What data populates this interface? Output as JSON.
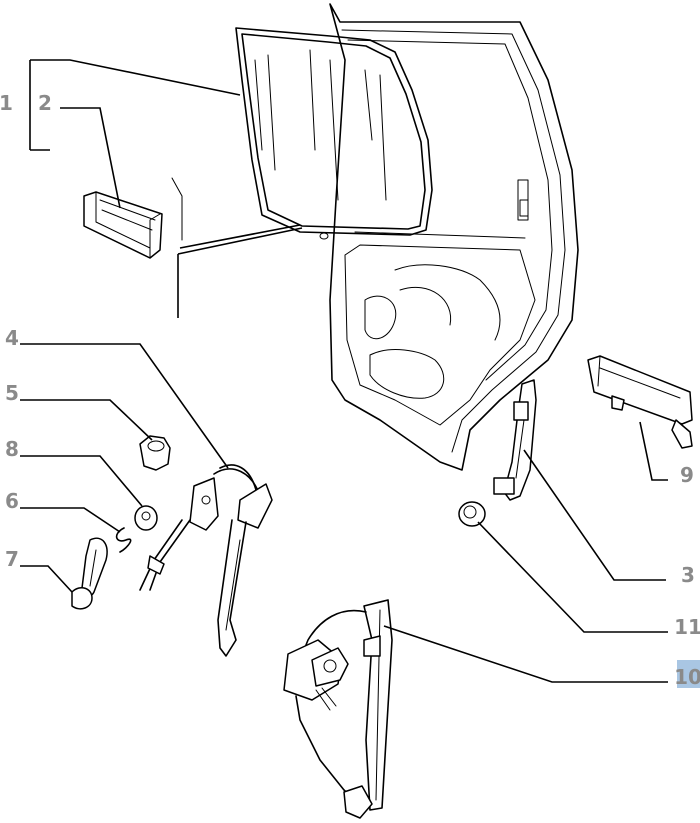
{
  "diagram": {
    "callouts": [
      {
        "id": "1",
        "label": "1"
      },
      {
        "id": "2",
        "label": "2"
      },
      {
        "id": "3",
        "label": "3"
      },
      {
        "id": "4",
        "label": "4"
      },
      {
        "id": "5",
        "label": "5"
      },
      {
        "id": "6",
        "label": "6"
      },
      {
        "id": "7",
        "label": "7"
      },
      {
        "id": "8",
        "label": "8"
      },
      {
        "id": "9",
        "label": "9"
      },
      {
        "id": "10",
        "label": "10",
        "highlighted": true
      },
      {
        "id": "11",
        "label": "11"
      }
    ],
    "highlight_color": "#a9c6e3",
    "line_color": "#000000",
    "label_color": "#8a8a8a"
  }
}
